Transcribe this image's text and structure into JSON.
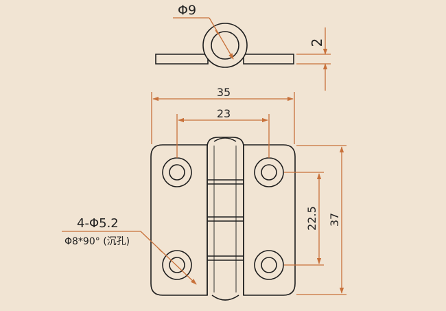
{
  "colors": {
    "background": "#f1e4d3",
    "outline": "#1f1f1f",
    "dimension": "#c8713a",
    "text": "#222222"
  },
  "dimensions": {
    "pin_diameter": "Φ9",
    "leaf_thickness": "2",
    "overall_width": "35",
    "hole_pitch_horizontal": "23",
    "hole_pitch_vertical": "22.5",
    "overall_height": "37",
    "holes_callout": "4-Φ5.2",
    "countersink_callout": "Φ8*90° (沉孔)"
  }
}
